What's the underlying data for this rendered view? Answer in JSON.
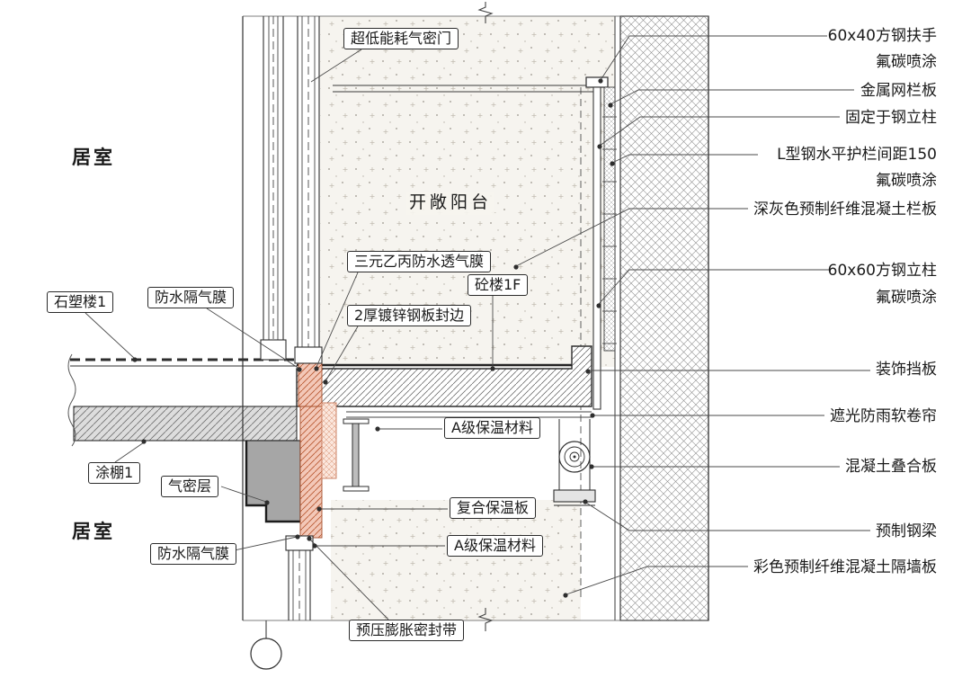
{
  "drawing": {
    "type": "architectural-section-detail",
    "rooms": {
      "top": "居室",
      "bottom": "居室",
      "balcony": "开敞阳台"
    },
    "left_callouts": [
      "石塑楼1",
      "防水隔气膜",
      "涂棚1",
      "气密层",
      "防水隔气膜"
    ],
    "center_callouts": [
      "超低能耗气密门",
      "三元乙丙防水透气膜",
      "砼楼1F",
      "2厚镀锌钢板封边",
      "A级保温材料",
      "复合保温板",
      "A级保温材料",
      "预压膨胀密封带"
    ],
    "right_callouts": [
      "60x40方钢扶手",
      "氟碳喷涂",
      "金属网栏板",
      "固定于钢立柱",
      "L型钢水平护栏间距150",
      "氟碳喷涂",
      "深灰色预制纤维混凝土栏板",
      "60x60方钢立柱",
      "氟碳喷涂",
      "装饰挡板",
      "遮光防雨软卷帘",
      "混凝土叠合板",
      "预制钢梁",
      "彩色预制纤维混凝土隔墙板"
    ],
    "colors": {
      "insulation": "#f3c8b8",
      "insulation_hatch": "#b95a33",
      "gray_fill": "#a6a6a6",
      "line": "#333333",
      "stipple_bg": "#f6f4ef"
    }
  }
}
